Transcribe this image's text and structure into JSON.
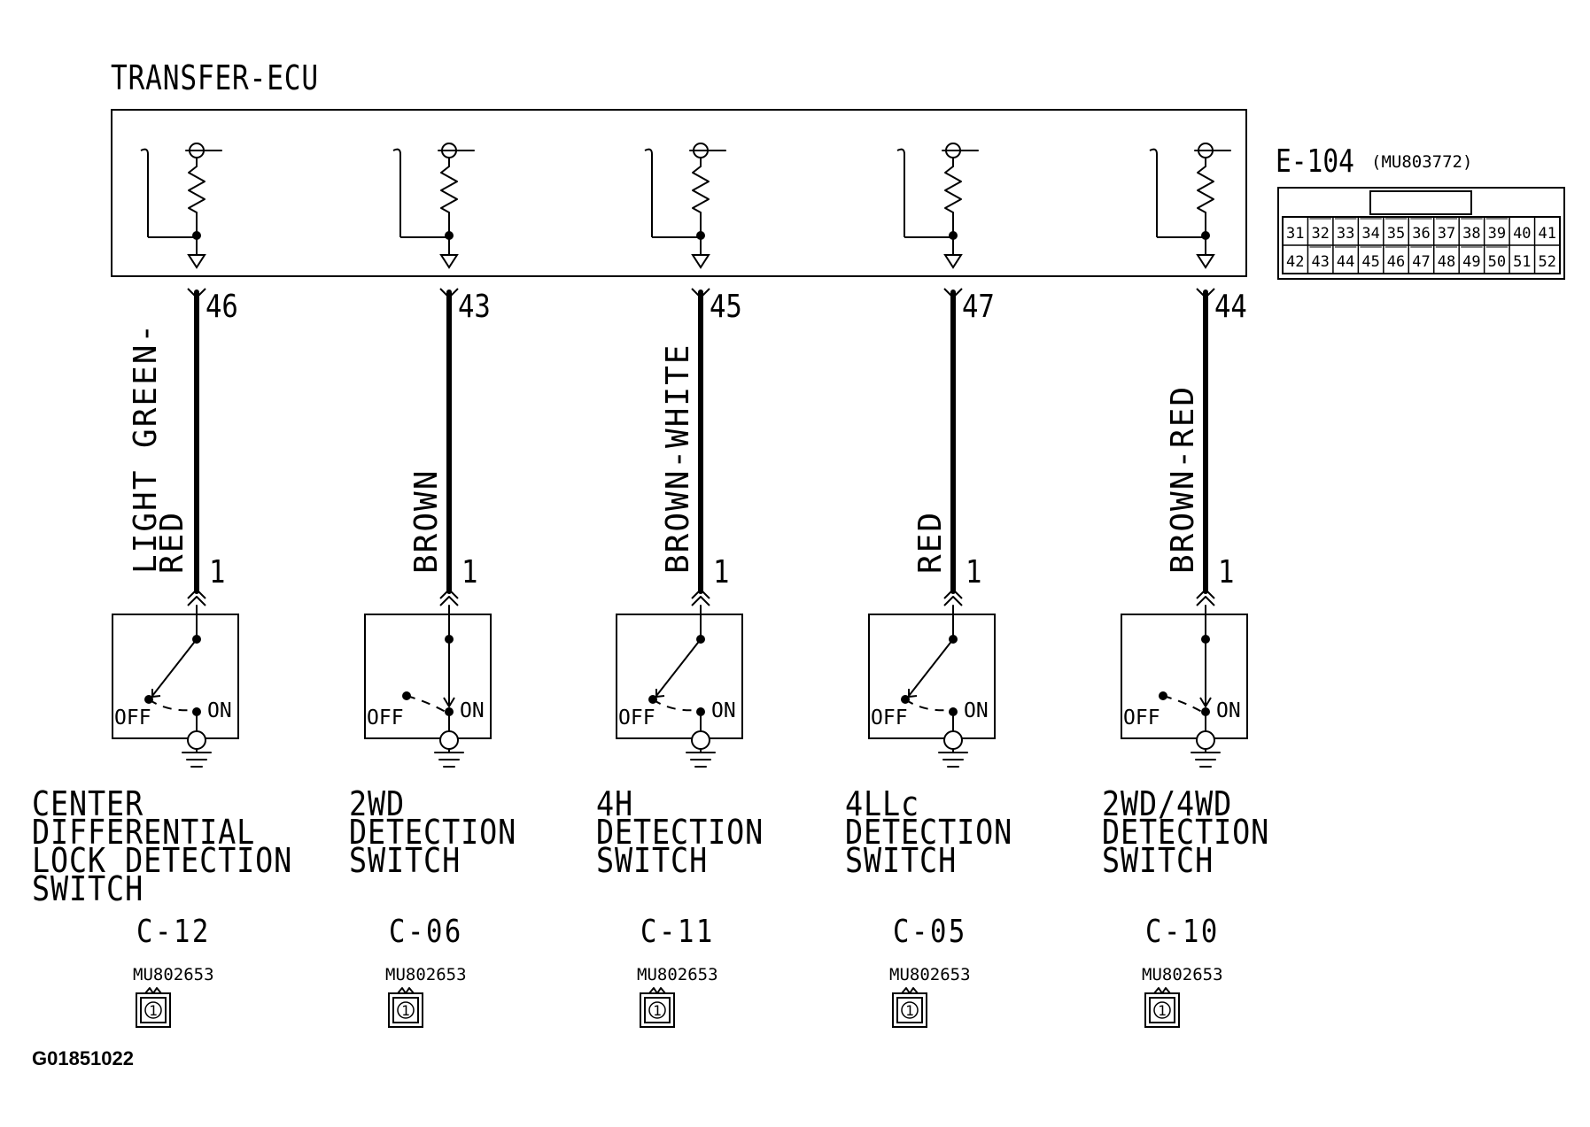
{
  "ecu": {
    "title": "TRANSFER-ECU"
  },
  "ecu_connector": {
    "id": "E-104",
    "part": "(MU803772)",
    "row1": [
      "31",
      "32",
      "33",
      "34",
      "35",
      "36",
      "37",
      "38",
      "39",
      "40",
      "41"
    ],
    "row2": [
      "42",
      "43",
      "44",
      "45",
      "46",
      "47",
      "48",
      "49",
      "50",
      "51",
      "52"
    ]
  },
  "circuits": [
    {
      "ecu_pin": "46",
      "wire_color_lines": [
        "LIGHT GREEN-",
        "RED"
      ],
      "switch_pin": "1",
      "switch_type": "lever",
      "off_label": "OFF",
      "on_label": "ON",
      "switch_name_lines": [
        "CENTER",
        "DIFFERENTIAL",
        "LOCK DETECTION",
        "SWITCH"
      ],
      "connector": "C-12",
      "part": "MU802653",
      "pin_icon": "1"
    },
    {
      "ecu_pin": "43",
      "wire_color_lines": [
        "BROWN"
      ],
      "switch_pin": "1",
      "switch_type": "closed",
      "off_label": "OFF",
      "on_label": "ON",
      "switch_name_lines": [
        "2WD",
        "DETECTION",
        "SWITCH"
      ],
      "connector": "C-06",
      "part": "MU802653",
      "pin_icon": "1"
    },
    {
      "ecu_pin": "45",
      "wire_color_lines": [
        "BROWN-WHITE"
      ],
      "switch_pin": "1",
      "switch_type": "lever",
      "off_label": "OFF",
      "on_label": "ON",
      "switch_name_lines": [
        "4H",
        "DETECTION",
        "SWITCH"
      ],
      "connector": "C-11",
      "part": "MU802653",
      "pin_icon": "1"
    },
    {
      "ecu_pin": "47",
      "wire_color_lines": [
        "RED"
      ],
      "switch_pin": "1",
      "switch_type": "lever",
      "off_label": "OFF",
      "on_label": "ON",
      "switch_name_lines": [
        "4LLc",
        "DETECTION",
        "SWITCH"
      ],
      "connector": "C-05",
      "part": "MU802653",
      "pin_icon": "1"
    },
    {
      "ecu_pin": "44",
      "wire_color_lines": [
        "BROWN-RED"
      ],
      "switch_pin": "1",
      "switch_type": "closed",
      "off_label": "OFF",
      "on_label": "ON",
      "switch_name_lines": [
        "2WD/4WD",
        "DETECTION",
        "SWITCH"
      ],
      "connector": "C-10",
      "part": "MU802653",
      "pin_icon": "1"
    }
  ],
  "figure_id": "G01851022"
}
